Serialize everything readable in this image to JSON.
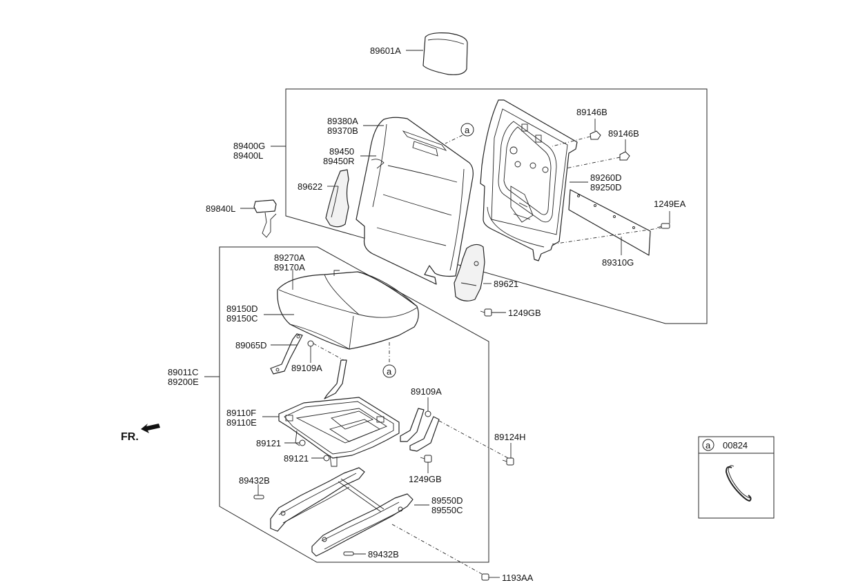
{
  "labels": {
    "p89601A": "89601A",
    "p89380A": "89380A",
    "p89370B": "89370B",
    "p89146B_1": "89146B",
    "p89146B_2": "89146B",
    "p89400G": "89400G",
    "p89400L": "89400L",
    "p89450": "89450",
    "p89450R": "89450R",
    "p89622": "89622",
    "p89260D": "89260D",
    "p89250D": "89250D",
    "p1249EA": "1249EA",
    "p89840L": "89840L",
    "p89310G": "89310G",
    "p89270A": "89270A",
    "p89170A": "89170A",
    "p89621": "89621",
    "p89150D": "89150D",
    "p89150C": "89150C",
    "p1249GB_1": "1249GB",
    "p89065D": "89065D",
    "p89109A_1": "89109A",
    "p89011C": "89011C",
    "p89200E": "89200E",
    "p89109A_2": "89109A",
    "p89110F": "89110F",
    "p89110E": "89110E",
    "p89124H": "89124H",
    "p89121_1": "89121",
    "p89121_2": "89121",
    "p1249GB_2": "1249GB",
    "p89432B_1": "89432B",
    "p89550D": "89550D",
    "p89550C": "89550C",
    "p89432B_2": "89432B",
    "p1193AA": "1193AA",
    "fr": "FR."
  },
  "callouts": {
    "ref_a_1": "a",
    "ref_a_2": "a"
  },
  "legend": {
    "ref": "a",
    "part": "00824"
  }
}
